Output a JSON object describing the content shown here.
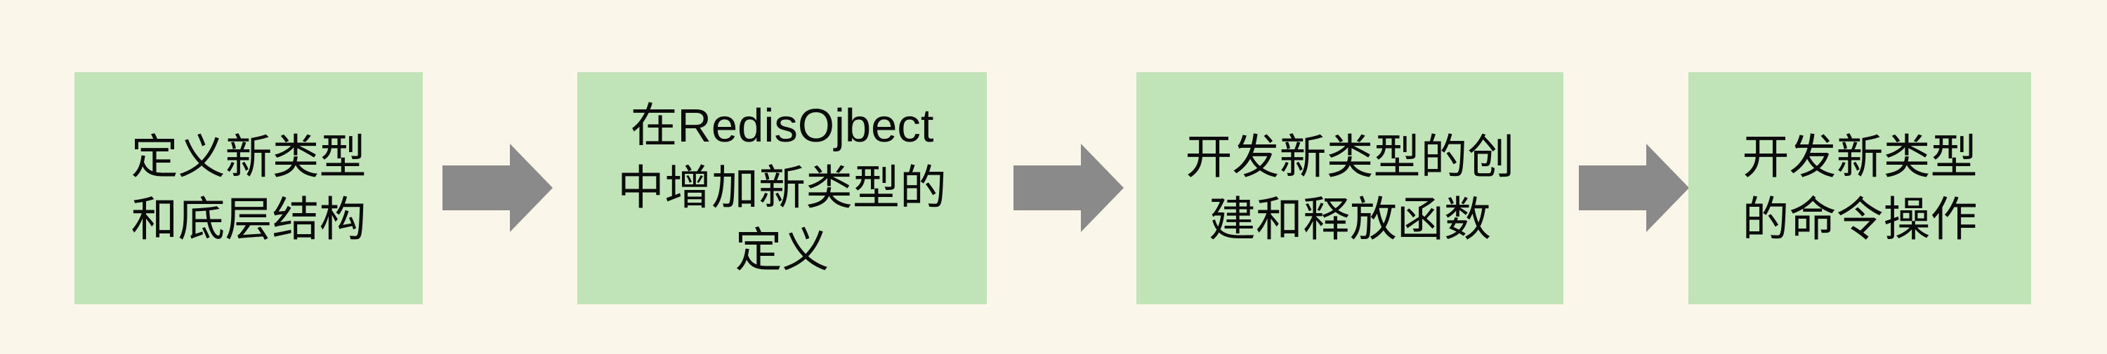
{
  "diagram": {
    "type": "flowchart",
    "direction": "left-to-right",
    "background_color": "#faf7ea",
    "box_fill_color": "#c0e4b8",
    "arrow_color": "#8a8a8a",
    "text_color": "#0b0b0b",
    "boxes": [
      {
        "id": "step-1",
        "text": "定义新类型和底层结构",
        "lines": [
          "定义新类型",
          "和底层结构"
        ]
      },
      {
        "id": "step-2",
        "text": "在RedisOjbect中增加新类型的定义",
        "lines": [
          "在RedisOjbect",
          "中增加新类型的",
          "定义"
        ]
      },
      {
        "id": "step-3",
        "text": "开发新类型的创建和释放函数",
        "lines": [
          "开发新类型的创",
          "建和释放函数"
        ]
      },
      {
        "id": "step-4",
        "text": "开发新类型的命令操作",
        "lines": [
          "开发新类型",
          "的命令操作"
        ]
      }
    ],
    "arrows": [
      {
        "id": "arrow-1",
        "from": "step-1",
        "to": "step-2"
      },
      {
        "id": "arrow-2",
        "from": "step-2",
        "to": "step-3"
      },
      {
        "id": "arrow-3",
        "from": "step-3",
        "to": "step-4"
      }
    ]
  }
}
